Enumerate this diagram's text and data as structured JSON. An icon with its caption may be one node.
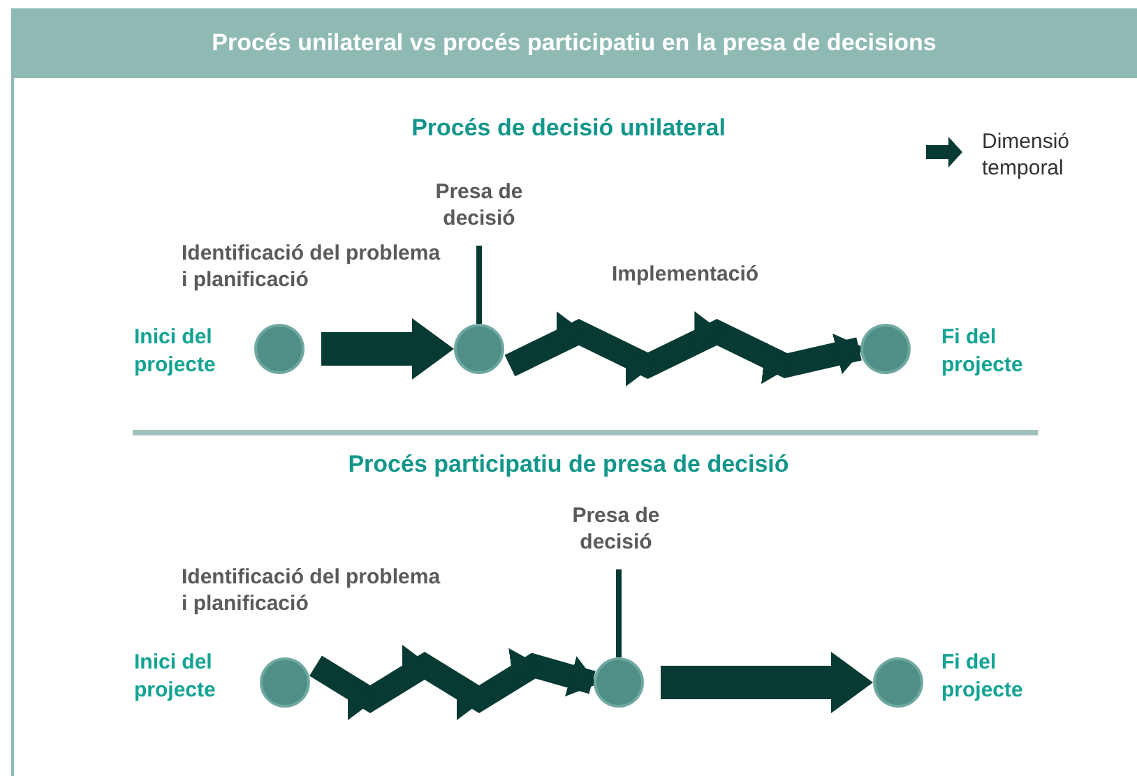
{
  "diagram": {
    "title": "Procés unilateral vs procés participatiu en la presa de decisions",
    "nodes": [
      {
        "text": [
          "Presa de decisió"
        ]
      },
      {
        "text": [],
        "shape": "circle",
        "beside": [
          "Inici del projecte"
        ]
      },
      {
        "text": [],
        "shape": "circle"
      },
      {
        "text": [],
        "shape": "circle",
        "beside": [
          "Fi del projecte"
        ]
      },
      {
        "text": [
          "Presa de decisió"
        ]
      },
      {
        "text": [],
        "shape": "circle",
        "beside": [
          "Inici del projecte"
        ]
      },
      {
        "text": [],
        "shape": "circle"
      },
      {
        "text": [],
        "shape": "circle",
        "beside": [
          "Fi del projecte"
        ]
      }
    ],
    "edges": [
      {
        "from": 0,
        "to": 2,
        "arrow": "none"
      },
      {
        "from": 1,
        "to": 2,
        "arrow": "to",
        "style": "thick"
      },
      {
        "from": 2,
        "to": 3,
        "arrow": "to",
        "style": "thick"
      },
      {
        "from": 4,
        "to": 6,
        "arrow": "none"
      },
      {
        "from": 5,
        "to": 6,
        "arrow": "to",
        "style": "thick"
      },
      {
        "from": 6,
        "to": 7,
        "arrow": "to",
        "style": "thick"
      }
    ],
    "labels": [
      "Procés de decisió unilateral",
      "Identificació del problema i planificació",
      "Implementació",
      "Procés participatiu de presa de decisió",
      "Identificació del problema i planificació"
    ],
    "legend": [
      {
        "text": "Dimensió temporal"
      }
    ]
  }
}
